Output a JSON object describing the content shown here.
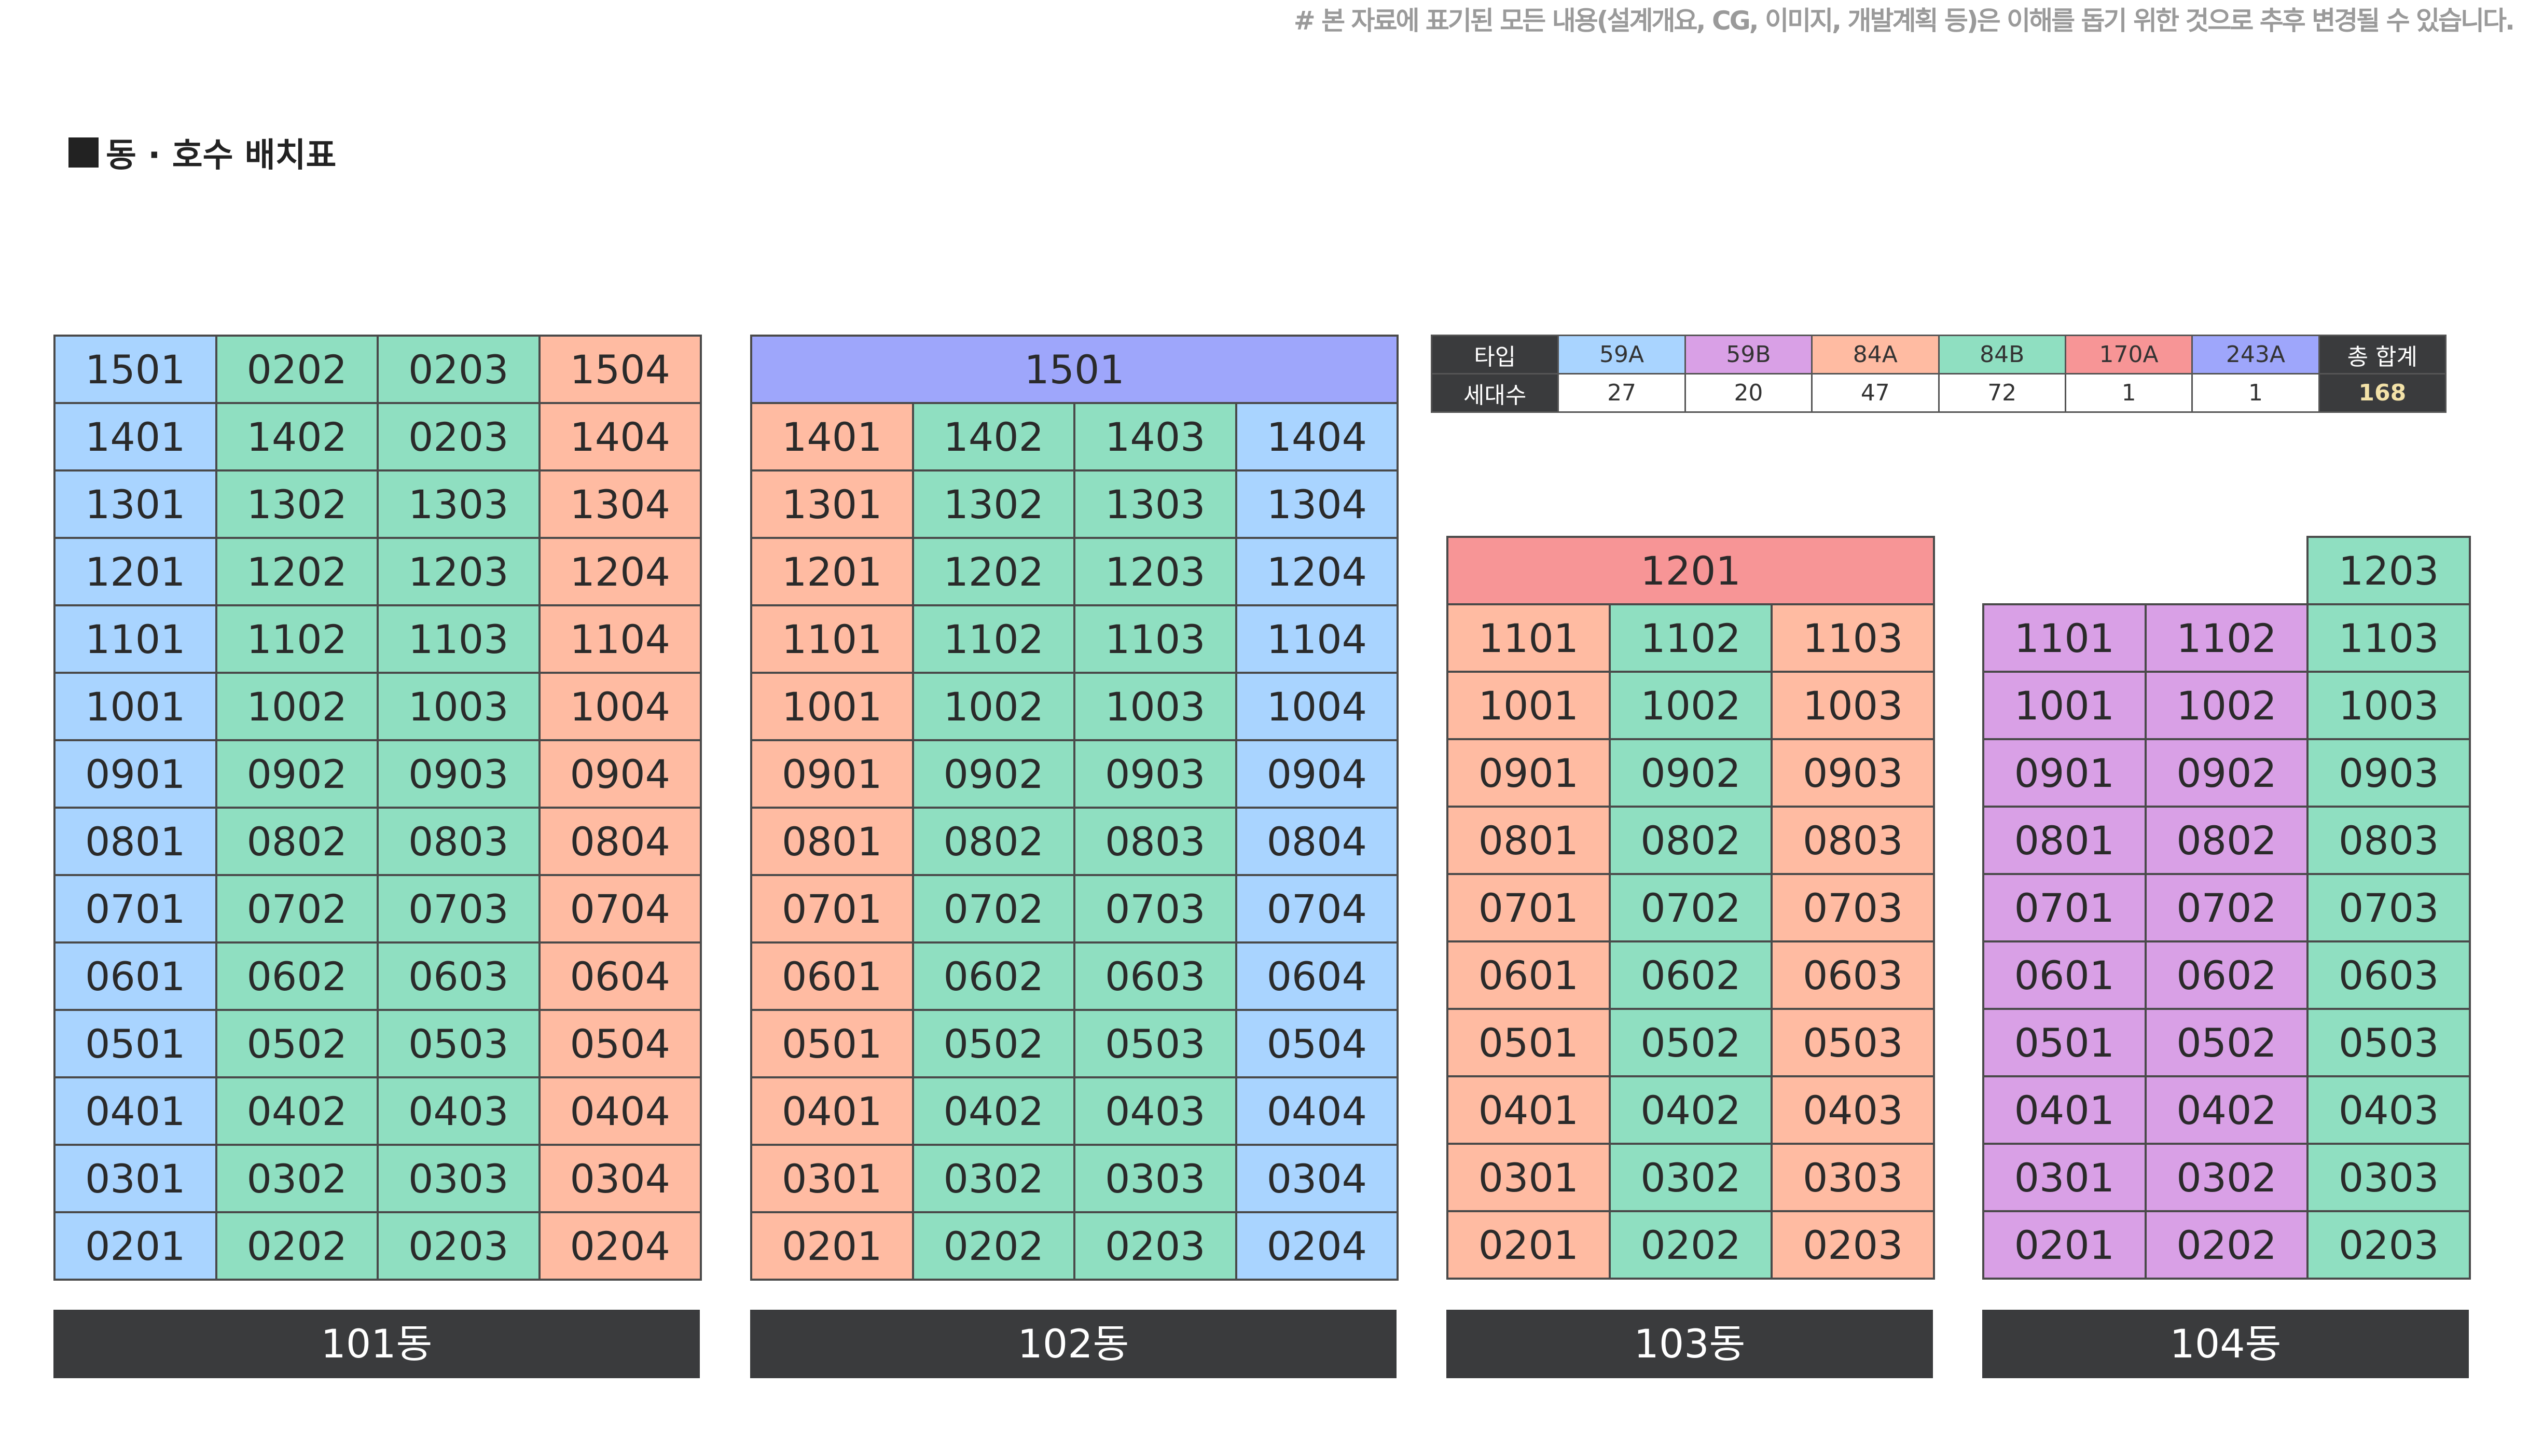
{
  "disclaimer": "# 본 자료에 표기된 모든 내용(설계개요, CG, 이미지, 개발계획 등)은 이해를 돕기 위한 것으로 추후 변경될 수 있습니다.",
  "section_title": "동 · 호수 배치표",
  "colors": {
    "59A": "#a9d4ff",
    "59B": "#d9a0e6",
    "84A": "#ffbba2",
    "84B": "#8fdfc1",
    "170A": "#f79596",
    "243A": "#9ea6fb",
    "label_bg": "#3a3b3d"
  },
  "legend": {
    "type_header": "타입",
    "count_header": "세대수",
    "total_header": "총 합계",
    "types": [
      {
        "name": "59A",
        "count": "27"
      },
      {
        "name": "59B",
        "count": "20"
      },
      {
        "name": "84A",
        "count": "47"
      },
      {
        "name": "84B",
        "count": "72"
      },
      {
        "name": "170A",
        "count": "1"
      },
      {
        "name": "243A",
        "count": "1"
      }
    ],
    "total": "168"
  },
  "buildings": [
    {
      "label": "101동",
      "rows": [
        [
          {
            "u": "1501",
            "t": "59A"
          },
          {
            "u": "0202",
            "t": "84B"
          },
          {
            "u": "0203",
            "t": "84B"
          },
          {
            "u": "1504",
            "t": "84A"
          }
        ],
        [
          {
            "u": "1401",
            "t": "59A"
          },
          {
            "u": "1402",
            "t": "84B"
          },
          {
            "u": "0203",
            "t": "84B"
          },
          {
            "u": "1404",
            "t": "84A"
          }
        ],
        [
          {
            "u": "1301",
            "t": "59A"
          },
          {
            "u": "1302",
            "t": "84B"
          },
          {
            "u": "1303",
            "t": "84B"
          },
          {
            "u": "1304",
            "t": "84A"
          }
        ],
        [
          {
            "u": "1201",
            "t": "59A"
          },
          {
            "u": "1202",
            "t": "84B"
          },
          {
            "u": "1203",
            "t": "84B"
          },
          {
            "u": "1204",
            "t": "84A"
          }
        ],
        [
          {
            "u": "1101",
            "t": "59A"
          },
          {
            "u": "1102",
            "t": "84B"
          },
          {
            "u": "1103",
            "t": "84B"
          },
          {
            "u": "1104",
            "t": "84A"
          }
        ],
        [
          {
            "u": "1001",
            "t": "59A"
          },
          {
            "u": "1002",
            "t": "84B"
          },
          {
            "u": "1003",
            "t": "84B"
          },
          {
            "u": "1004",
            "t": "84A"
          }
        ],
        [
          {
            "u": "0901",
            "t": "59A"
          },
          {
            "u": "0902",
            "t": "84B"
          },
          {
            "u": "0903",
            "t": "84B"
          },
          {
            "u": "0904",
            "t": "84A"
          }
        ],
        [
          {
            "u": "0801",
            "t": "59A"
          },
          {
            "u": "0802",
            "t": "84B"
          },
          {
            "u": "0803",
            "t": "84B"
          },
          {
            "u": "0804",
            "t": "84A"
          }
        ],
        [
          {
            "u": "0701",
            "t": "59A"
          },
          {
            "u": "0702",
            "t": "84B"
          },
          {
            "u": "0703",
            "t": "84B"
          },
          {
            "u": "0704",
            "t": "84A"
          }
        ],
        [
          {
            "u": "0601",
            "t": "59A"
          },
          {
            "u": "0602",
            "t": "84B"
          },
          {
            "u": "0603",
            "t": "84B"
          },
          {
            "u": "0604",
            "t": "84A"
          }
        ],
        [
          {
            "u": "0501",
            "t": "59A"
          },
          {
            "u": "0502",
            "t": "84B"
          },
          {
            "u": "0503",
            "t": "84B"
          },
          {
            "u": "0504",
            "t": "84A"
          }
        ],
        [
          {
            "u": "0401",
            "t": "59A"
          },
          {
            "u": "0402",
            "t": "84B"
          },
          {
            "u": "0403",
            "t": "84B"
          },
          {
            "u": "0404",
            "t": "84A"
          }
        ],
        [
          {
            "u": "0301",
            "t": "59A"
          },
          {
            "u": "0302",
            "t": "84B"
          },
          {
            "u": "0303",
            "t": "84B"
          },
          {
            "u": "0304",
            "t": "84A"
          }
        ],
        [
          {
            "u": "0201",
            "t": "59A"
          },
          {
            "u": "0202",
            "t": "84B"
          },
          {
            "u": "0203",
            "t": "84B"
          },
          {
            "u": "0204",
            "t": "84A"
          }
        ]
      ]
    },
    {
      "label": "102동",
      "rows": [
        [
          {
            "u": "1501",
            "t": "243A",
            "span": 4
          }
        ],
        [
          {
            "u": "1401",
            "t": "84A"
          },
          {
            "u": "1402",
            "t": "84B"
          },
          {
            "u": "1403",
            "t": "84B"
          },
          {
            "u": "1404",
            "t": "59A"
          }
        ],
        [
          {
            "u": "1301",
            "t": "84A"
          },
          {
            "u": "1302",
            "t": "84B"
          },
          {
            "u": "1303",
            "t": "84B"
          },
          {
            "u": "1304",
            "t": "59A"
          }
        ],
        [
          {
            "u": "1201",
            "t": "84A"
          },
          {
            "u": "1202",
            "t": "84B"
          },
          {
            "u": "1203",
            "t": "84B"
          },
          {
            "u": "1204",
            "t": "59A"
          }
        ],
        [
          {
            "u": "1101",
            "t": "84A"
          },
          {
            "u": "1102",
            "t": "84B"
          },
          {
            "u": "1103",
            "t": "84B"
          },
          {
            "u": "1104",
            "t": "59A"
          }
        ],
        [
          {
            "u": "1001",
            "t": "84A"
          },
          {
            "u": "1002",
            "t": "84B"
          },
          {
            "u": "1003",
            "t": "84B"
          },
          {
            "u": "1004",
            "t": "59A"
          }
        ],
        [
          {
            "u": "0901",
            "t": "84A"
          },
          {
            "u": "0902",
            "t": "84B"
          },
          {
            "u": "0903",
            "t": "84B"
          },
          {
            "u": "0904",
            "t": "59A"
          }
        ],
        [
          {
            "u": "0801",
            "t": "84A"
          },
          {
            "u": "0802",
            "t": "84B"
          },
          {
            "u": "0803",
            "t": "84B"
          },
          {
            "u": "0804",
            "t": "59A"
          }
        ],
        [
          {
            "u": "0701",
            "t": "84A"
          },
          {
            "u": "0702",
            "t": "84B"
          },
          {
            "u": "0703",
            "t": "84B"
          },
          {
            "u": "0704",
            "t": "59A"
          }
        ],
        [
          {
            "u": "0601",
            "t": "84A"
          },
          {
            "u": "0602",
            "t": "84B"
          },
          {
            "u": "0603",
            "t": "84B"
          },
          {
            "u": "0604",
            "t": "59A"
          }
        ],
        [
          {
            "u": "0501",
            "t": "84A"
          },
          {
            "u": "0502",
            "t": "84B"
          },
          {
            "u": "0503",
            "t": "84B"
          },
          {
            "u": "0504",
            "t": "59A"
          }
        ],
        [
          {
            "u": "0401",
            "t": "84A"
          },
          {
            "u": "0402",
            "t": "84B"
          },
          {
            "u": "0403",
            "t": "84B"
          },
          {
            "u": "0404",
            "t": "59A"
          }
        ],
        [
          {
            "u": "0301",
            "t": "84A"
          },
          {
            "u": "0302",
            "t": "84B"
          },
          {
            "u": "0303",
            "t": "84B"
          },
          {
            "u": "0304",
            "t": "59A"
          }
        ],
        [
          {
            "u": "0201",
            "t": "84A"
          },
          {
            "u": "0202",
            "t": "84B"
          },
          {
            "u": "0203",
            "t": "84B"
          },
          {
            "u": "0204",
            "t": "59A"
          }
        ]
      ]
    },
    {
      "label": "103동",
      "rows": [
        [
          {
            "u": "1201",
            "t": "170A",
            "span": 3
          }
        ],
        [
          {
            "u": "1101",
            "t": "84A"
          },
          {
            "u": "1102",
            "t": "84B"
          },
          {
            "u": "1103",
            "t": "84A"
          }
        ],
        [
          {
            "u": "1001",
            "t": "84A"
          },
          {
            "u": "1002",
            "t": "84B"
          },
          {
            "u": "1003",
            "t": "84A"
          }
        ],
        [
          {
            "u": "0901",
            "t": "84A"
          },
          {
            "u": "0902",
            "t": "84B"
          },
          {
            "u": "0903",
            "t": "84A"
          }
        ],
        [
          {
            "u": "0801",
            "t": "84A"
          },
          {
            "u": "0802",
            "t": "84B"
          },
          {
            "u": "0803",
            "t": "84A"
          }
        ],
        [
          {
            "u": "0701",
            "t": "84A"
          },
          {
            "u": "0702",
            "t": "84B"
          },
          {
            "u": "0703",
            "t": "84A"
          }
        ],
        [
          {
            "u": "0601",
            "t": "84A"
          },
          {
            "u": "0602",
            "t": "84B"
          },
          {
            "u": "0603",
            "t": "84A"
          }
        ],
        [
          {
            "u": "0501",
            "t": "84A"
          },
          {
            "u": "0502",
            "t": "84B"
          },
          {
            "u": "0503",
            "t": "84A"
          }
        ],
        [
          {
            "u": "0401",
            "t": "84A"
          },
          {
            "u": "0402",
            "t": "84B"
          },
          {
            "u": "0403",
            "t": "84A"
          }
        ],
        [
          {
            "u": "0301",
            "t": "84A"
          },
          {
            "u": "0302",
            "t": "84B"
          },
          {
            "u": "0303",
            "t": "84A"
          }
        ],
        [
          {
            "u": "0201",
            "t": "84A"
          },
          {
            "u": "0202",
            "t": "84B"
          },
          {
            "u": "0203",
            "t": "84A"
          }
        ]
      ]
    },
    {
      "label": "104동",
      "rows": [
        [
          {
            "u": "",
            "t": "empty"
          },
          {
            "u": "",
            "t": "empty"
          },
          {
            "u": "1203",
            "t": "84B"
          }
        ],
        [
          {
            "u": "1101",
            "t": "59B"
          },
          {
            "u": "1102",
            "t": "59B"
          },
          {
            "u": "1103",
            "t": "84B"
          }
        ],
        [
          {
            "u": "1001",
            "t": "59B"
          },
          {
            "u": "1002",
            "t": "59B"
          },
          {
            "u": "1003",
            "t": "84B"
          }
        ],
        [
          {
            "u": "0901",
            "t": "59B"
          },
          {
            "u": "0902",
            "t": "59B"
          },
          {
            "u": "0903",
            "t": "84B"
          }
        ],
        [
          {
            "u": "0801",
            "t": "59B"
          },
          {
            "u": "0802",
            "t": "59B"
          },
          {
            "u": "0803",
            "t": "84B"
          }
        ],
        [
          {
            "u": "0701",
            "t": "59B"
          },
          {
            "u": "0702",
            "t": "59B"
          },
          {
            "u": "0703",
            "t": "84B"
          }
        ],
        [
          {
            "u": "0601",
            "t": "59B"
          },
          {
            "u": "0602",
            "t": "59B"
          },
          {
            "u": "0603",
            "t": "84B"
          }
        ],
        [
          {
            "u": "0501",
            "t": "59B"
          },
          {
            "u": "0502",
            "t": "59B"
          },
          {
            "u": "0503",
            "t": "84B"
          }
        ],
        [
          {
            "u": "0401",
            "t": "59B"
          },
          {
            "u": "0402",
            "t": "59B"
          },
          {
            "u": "0403",
            "t": "84B"
          }
        ],
        [
          {
            "u": "0301",
            "t": "59B"
          },
          {
            "u": "0302",
            "t": "59B"
          },
          {
            "u": "0303",
            "t": "84B"
          }
        ],
        [
          {
            "u": "0201",
            "t": "59B"
          },
          {
            "u": "0202",
            "t": "59B"
          },
          {
            "u": "0203",
            "t": "84B"
          }
        ]
      ]
    }
  ]
}
